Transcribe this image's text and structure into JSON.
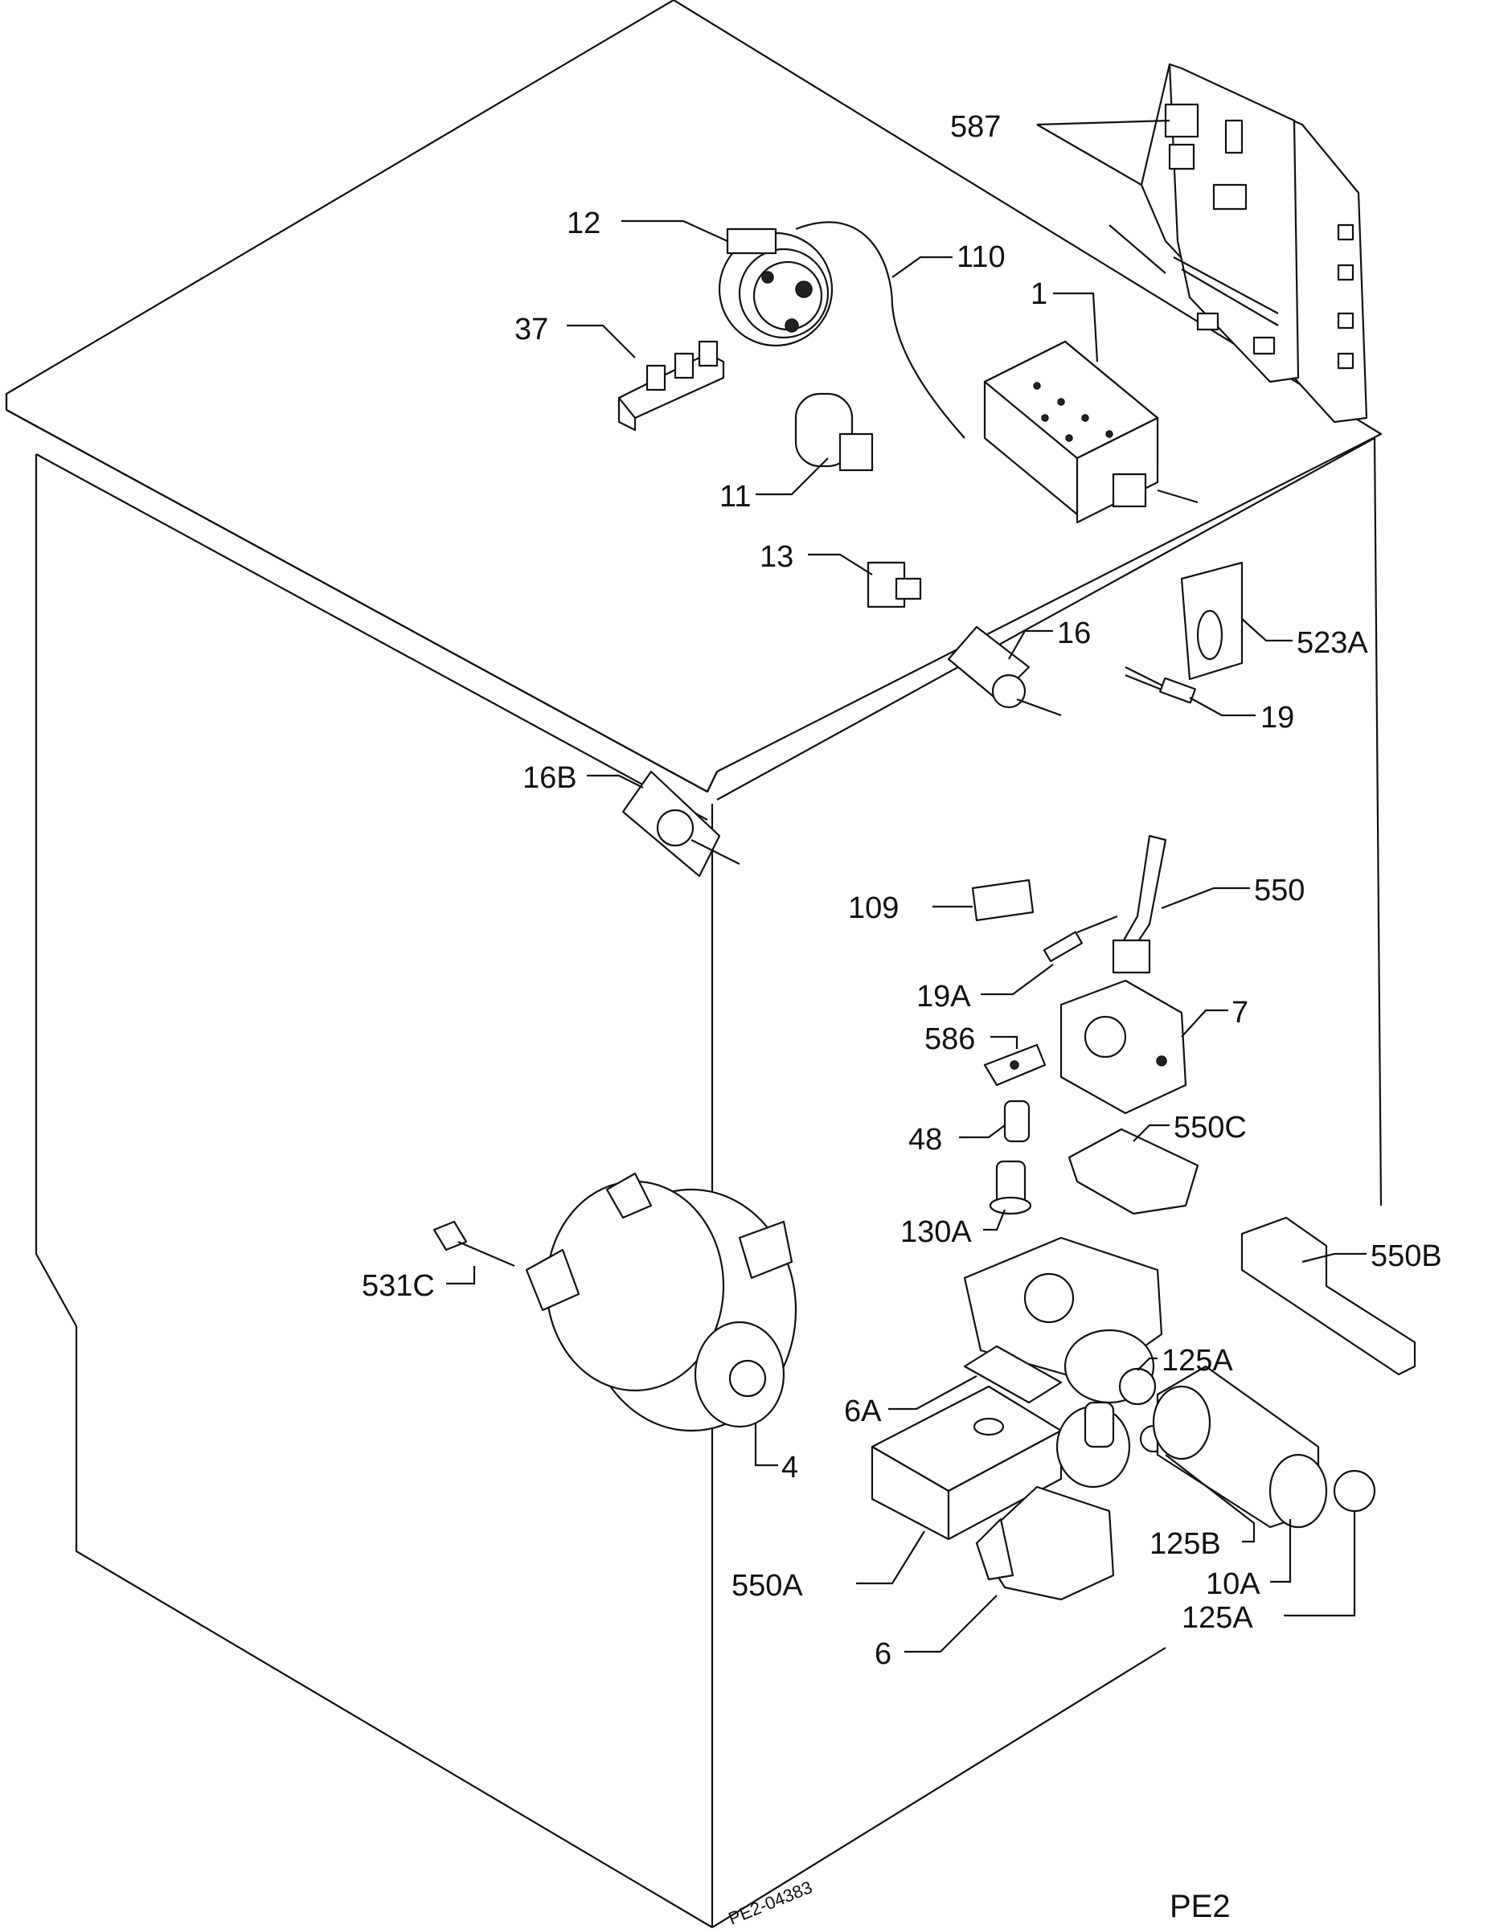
{
  "labels": {
    "l587": "587",
    "l12": "12",
    "l110": "110",
    "l1": "1",
    "l37": "37",
    "l11": "11",
    "l13": "13",
    "l16": "16",
    "l523a": "523A",
    "l19": "19",
    "l16b": "16B",
    "l550": "550",
    "l109": "109",
    "l19a": "19A",
    "l7": "7",
    "l586": "586",
    "l48": "48",
    "l550c": "550C",
    "l130a": "130A",
    "l550b": "550B",
    "l531c": "531C",
    "l125a_top": "125A",
    "l6a": "6A",
    "l4": "4",
    "l125b": "125B",
    "l550a": "550A",
    "l10a": "10A",
    "l125a_bottom": "125A",
    "l6": "6"
  },
  "drawing_code": "PE2-04383",
  "sheet_code": "PE2"
}
